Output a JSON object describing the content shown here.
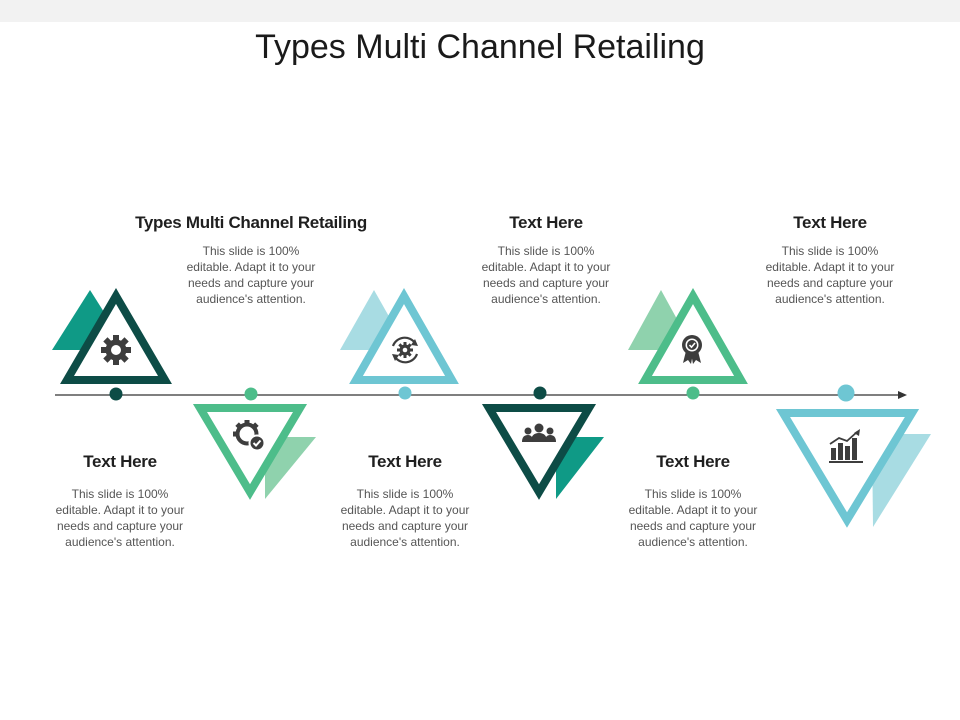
{
  "title": "Types Multi Channel Retailing",
  "colors": {
    "dark": "#0d4c46",
    "teal": "#0f9a86",
    "green": "#4dbd8a",
    "light_green": "#8fd2ad",
    "light_blue": "#6ec6d3",
    "pale_blue": "#a8dce3",
    "line": "#333333"
  },
  "steps": [
    {
      "heading": "Types Multi Channel Retailing",
      "text": "This slide is 100% editable. Adapt it to your needs and capture your audience's attention.",
      "icon": "gear-icon"
    },
    {
      "heading": "Text Here",
      "text": "This slide is 100% editable. Adapt it to your needs and capture your audience's attention.",
      "icon": "gear-check-icon"
    },
    {
      "heading": "Text Here",
      "text": "This slide is 100% editable. Adapt it to your needs and capture your audience's attention.",
      "icon": "refresh-gear-icon"
    },
    {
      "heading": "Text Here",
      "text": "This slide is 100% editable. Adapt it to your needs and capture your audience's attention.",
      "icon": "team-icon"
    },
    {
      "heading": "Text Here",
      "text": "This slide is 100% editable. Adapt it to your needs and capture your audience's attention.",
      "icon": "award-badge-icon"
    },
    {
      "heading": "Text Here",
      "text": "This slide is 100% editable. Adapt it to your needs and capture your audience's attention.",
      "icon": "bar-chart-growth-icon"
    }
  ]
}
